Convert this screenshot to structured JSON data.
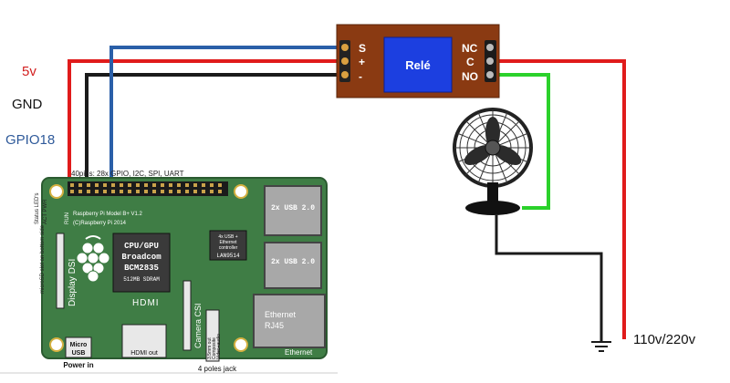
{
  "labels": {
    "v5": "5v",
    "gnd": "GND",
    "gpio": "GPIO18",
    "mains": "110v/220v"
  },
  "relay": {
    "title": "Relé",
    "in_pins": [
      "S",
      "+",
      "-"
    ],
    "out_pins": [
      "NC",
      "C",
      "NO"
    ]
  },
  "pi": {
    "header_text": "40pins: 28x GPIO, I2C, SPI, UART",
    "model_line1": "Raspberry Pi Model B+ V1.2",
    "model_line2": "(C)Raspberry Pi 2014",
    "status_leds": "Status LED's",
    "act_pwr": "ACT PWR",
    "run": "RUN",
    "display_dsi": "Display DSI",
    "microsd": "microSD slot on bottom side",
    "cpu_lines": [
      "CPU/GPU",
      "Broadcom",
      "BCM2835",
      "512MB SDRAM"
    ],
    "eth_ctrl_lines": [
      "4x USB +",
      "Ethernet",
      "controller"
    ],
    "eth_ctrl_chip": "LAN9514",
    "hdmi": "HDMI",
    "camera_csi": "Camera CSI",
    "usb1": "2x USB 2.0",
    "usb2": "2x USB 2.0",
    "ethernet_lines": [
      "Ethernet",
      "RJ45"
    ],
    "ethernet_tag": "Ethernet",
    "micro_usb_lines": [
      "Micro",
      "USB"
    ],
    "power_in": "Power in",
    "hdmi_out": "HDMI out",
    "jack_lines": [
      "3.5mm out",
      "Composite",
      "Video+audio"
    ],
    "jack_caption": "4 poles jack"
  },
  "colors": {
    "red_wire": "#e01b1b",
    "black_wire": "#1a1a1a",
    "blue_wire": "#2a5fa8",
    "green_wire": "#2bd12b",
    "relay_body": "#8a3a12",
    "relay_screen": "#1c3fe0",
    "board": "#3f7d45",
    "label_red": "#d21f1f",
    "label_blue": "#2f5a9a"
  }
}
